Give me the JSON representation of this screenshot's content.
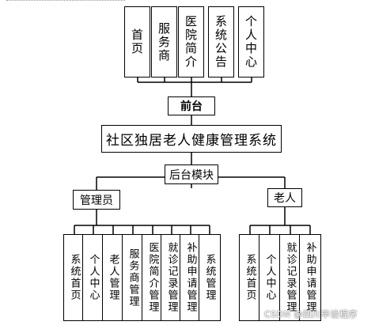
{
  "front": {
    "label": "前台",
    "items": [
      "首页",
      "服务商",
      "医院简介",
      "系统公告",
      "个人中心"
    ]
  },
  "system": {
    "title": "社区独居老人健康管理系统"
  },
  "backend": {
    "label": "后台模块",
    "admin": {
      "label": "管理员",
      "items": [
        "系统首页",
        "个人中心",
        "老人管理",
        "服务商管理",
        "医院简介管理",
        "就诊记录管理",
        "补助申请管理",
        "系统管理"
      ]
    },
    "elder": {
      "label": "老人",
      "items": [
        "系统首页",
        "个人中心",
        "就诊记录管理",
        "补助申请管理"
      ]
    }
  },
  "watermark": "CSDN @四川毕设程序",
  "colors": {
    "line": "#000000",
    "box_bg": "#ffffff"
  }
}
